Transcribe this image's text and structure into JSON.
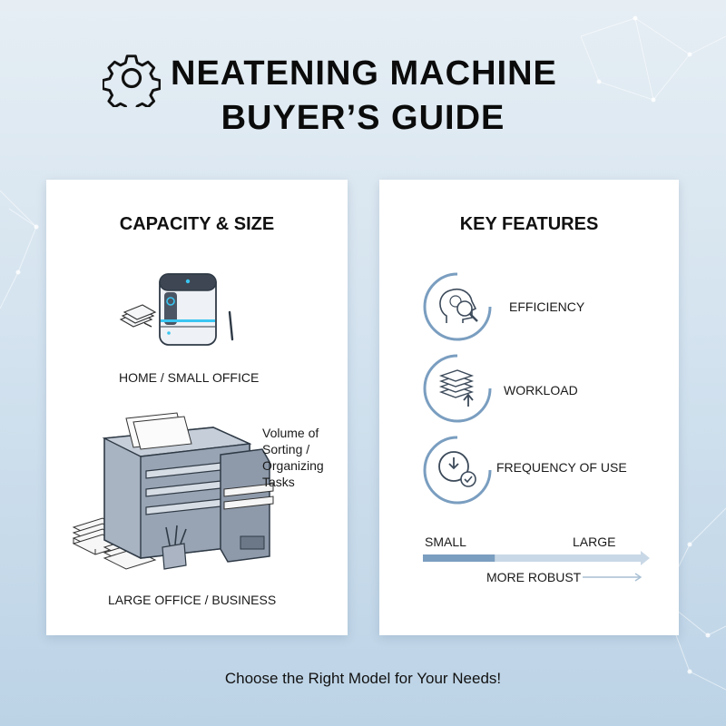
{
  "header": {
    "title_line1": "NEATENING MACHINE",
    "title_line2": "BUYER’S GUIDE",
    "icon": "gear-icon"
  },
  "capacity_card": {
    "title": "CAPACITY & SIZE",
    "home_label": "HOME / SMALL OFFICE",
    "business_label": "LARGE OFFICE / BUSINESS",
    "volume_text": [
      "Volume of",
      "Sorting /",
      "Organizing",
      "Tasks"
    ],
    "icons": [
      "small-organizer-illustration",
      "large-office-machine-illustration"
    ]
  },
  "features_card": {
    "title": "KEY FEATURES",
    "features": [
      {
        "label": "EFFICIENCY",
        "icon": "head-magnifier-icon"
      },
      {
        "label": "WORKLOAD",
        "icon": "paper-stack-icon"
      },
      {
        "label": "FREQUENCY OF USE",
        "icon": "clock-check-icon"
      }
    ],
    "scale": {
      "small_label": "SMALL",
      "large_label": "LARGE",
      "robust_label": "MORE ROBUST",
      "fill_fraction": 0.33
    }
  },
  "colors": {
    "accent": "#7a9ec0",
    "accent_light": "#c9d8e6",
    "icon_stroke": "#3c4a5a"
  },
  "footer": {
    "tagline": "Choose the Right Model for Your Needs!"
  }
}
